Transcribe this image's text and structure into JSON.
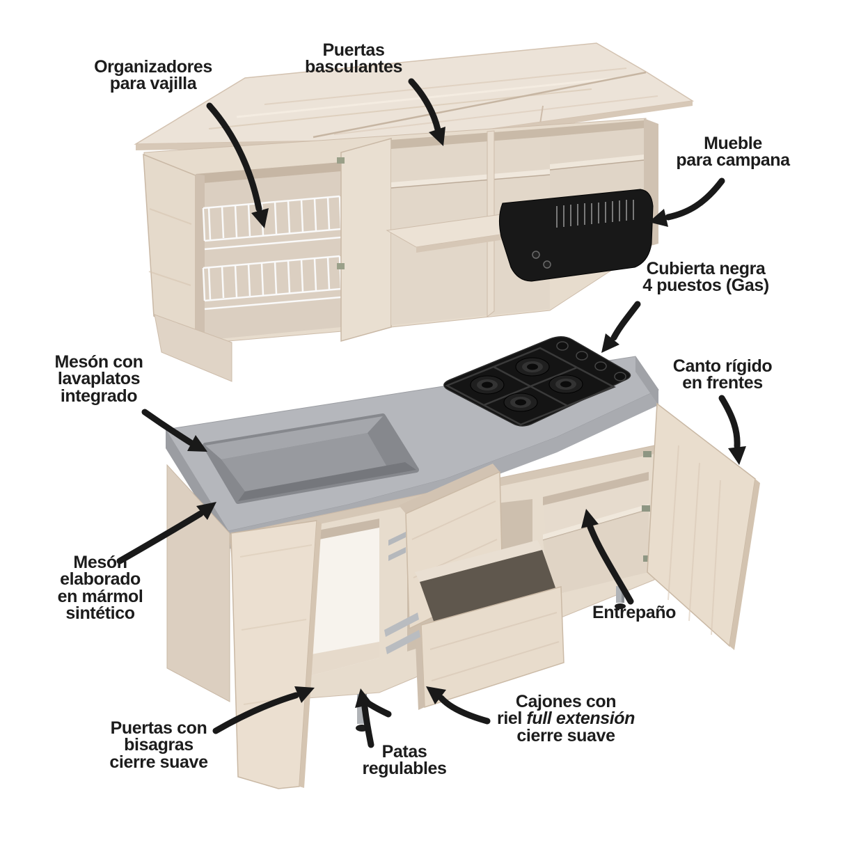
{
  "figure": {
    "description": "Exploded infographic of a kitchen cabinet set (wall unit and sink/cooktop base unit) with feature callouts",
    "background": "#ffffff"
  },
  "colors": {
    "wood_light": "#eae1d6",
    "wood_mid": "#ddd0c2",
    "wood_dark_edge": "#c9b8a5",
    "counter_gray": "#b4b6bb",
    "sink_gray": "#989a9f",
    "appliance_black": "#161616",
    "text": "#1c1c1c",
    "arrow": "#191919",
    "wire_rack": "#f8f8f8"
  },
  "labels": {
    "organizadores": {
      "lines": [
        "Organizadores",
        "para vajilla"
      ]
    },
    "puertas_basculantes": {
      "lines": [
        "Puertas",
        "basculantes"
      ]
    },
    "mueble_campana": {
      "lines": [
        "Mueble",
        "para campana"
      ]
    },
    "cubierta_negra": {
      "lines": [
        "Cubierta negra",
        "4 puestos (Gas)"
      ]
    },
    "canto_rigido": {
      "lines": [
        "Canto rígido",
        "en frentes"
      ]
    },
    "meson_lavaplatos": {
      "lines": [
        "Mesón con",
        "lavaplatos",
        "integrado"
      ]
    },
    "meson_marmol": {
      "lines": [
        "Mesón",
        "elaborado",
        "en mármol",
        "sintético"
      ]
    },
    "entrepano": {
      "lines": [
        "Entrepaño"
      ]
    },
    "puertas_bisagras": {
      "lines": [
        "Puertas con",
        "bisagras",
        "cierre suave"
      ]
    },
    "patas_regulables": {
      "lines": [
        "Patas",
        "regulables"
      ]
    },
    "cajones": {
      "l1": "Cajones con",
      "l2a": "riel ",
      "l2b": "full extensión",
      "l3": "cierre suave"
    }
  }
}
